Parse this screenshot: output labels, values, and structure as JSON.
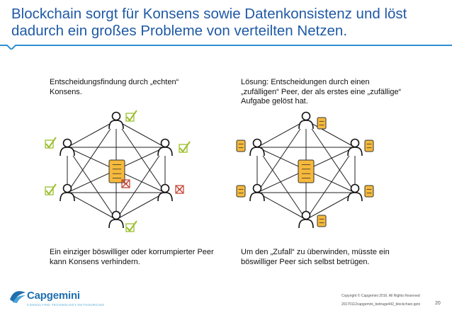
{
  "slide": {
    "title": "Blockchain sorgt für Konsens sowie Datenkonsistenz und löst dadurch ein großes Probleme von verteilten Netzen."
  },
  "left_panel": {
    "top_text": "Entscheidungsfindung durch „echten“ Konsens.",
    "bottom_text": "Ein einziger böswilliger oder korrumpierter Peer kann Konsens verhindern.",
    "peer_marks": [
      "check",
      "check",
      "cross",
      "check",
      "check",
      "check"
    ],
    "center_mark": "cross"
  },
  "right_panel": {
    "top_text": "Lösung: Entscheidungen durch einen „zufälligen“ Peer, der als erstes eine „zufällige“ Aufgabe gelöst hat.",
    "bottom_text": "Um den „Zufall“ zu überwinden, müsste ein böswilliger Peer sich selbst betrügen."
  },
  "footer": {
    "logo": "Capgemini",
    "tagline": "CONSULTING.TECHNOLOGY.OUTSOURCING",
    "copyright": "Copyright © Capgemini 2016. All Rights Reserved",
    "file": "20170112capgemini_beitrage442_blockchain.pptx",
    "page": "20"
  },
  "colors": {
    "title": "#1f5aa6",
    "check": "#9bbf2e",
    "cross": "#c0392b",
    "document": "#f6b93b",
    "brand": "#1f6fb0"
  }
}
